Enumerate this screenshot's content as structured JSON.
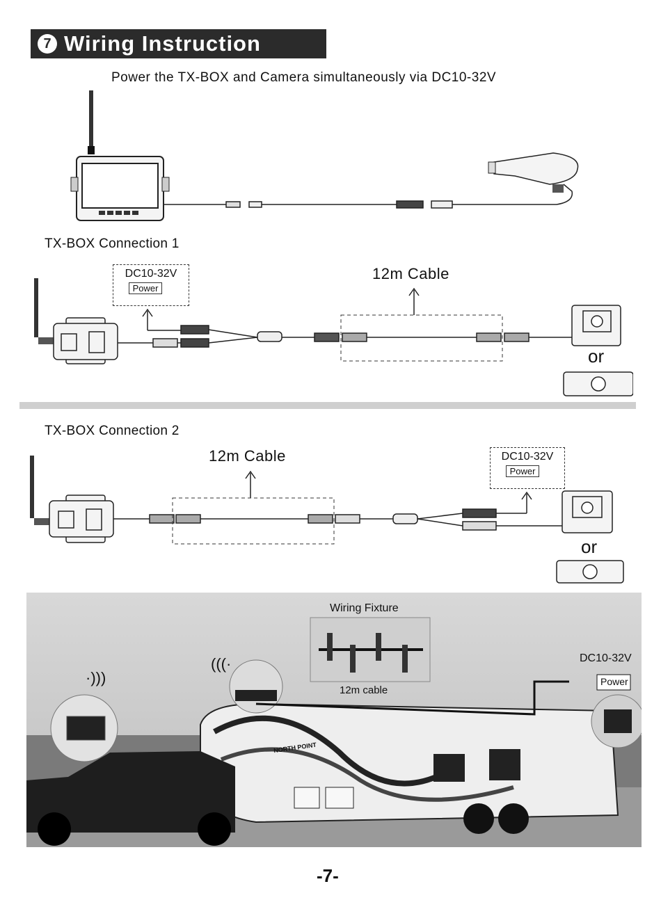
{
  "header": {
    "number": "7",
    "title": "Wiring Instruction"
  },
  "subtitle": "Power the TX-BOX and Camera simultaneously via DC10-32V",
  "connection1": {
    "label": "TX-BOX Connection 1",
    "power_range": "DC10-32V",
    "power_label": "Power",
    "cable_label": "12m Cable",
    "or_label": "or"
  },
  "connection2": {
    "label": "TX-BOX Connection 2",
    "power_range": "DC10-32V",
    "power_label": "Power",
    "cable_label": "12m Cable",
    "or_label": "or"
  },
  "photo": {
    "fixture_label": "Wiring Fixture",
    "cable_label": "12m cable",
    "power_range": "DC10-32V",
    "power_label": "Power",
    "brand_text": "NORTH POINT"
  },
  "page_number": "-7-"
}
